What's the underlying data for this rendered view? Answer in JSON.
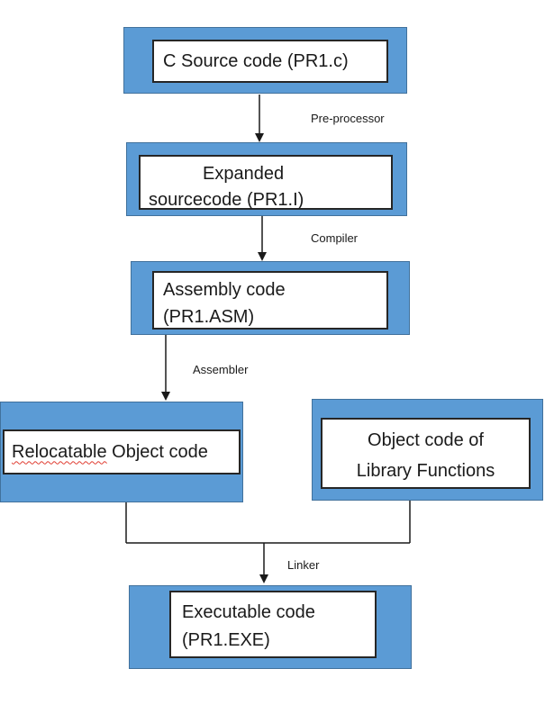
{
  "colors": {
    "box_fill": "#5b9bd5",
    "box_border": "#41719c",
    "inner_fill": "#ffffff",
    "inner_border": "#262626",
    "connector": "#1a1a1a",
    "spellcheck_squiggle": "#e03c31",
    "background": "#ffffff"
  },
  "nodes": {
    "c_source": {
      "line1": "C Source code (PR1.c)"
    },
    "expanded": {
      "line1": "Expanded",
      "line2": "sourcecode (PR1.I)"
    },
    "assembly": {
      "line1": "Assembly code",
      "line2": "(PR1.ASM)"
    },
    "relocatable": {
      "misspelled": "Relocatable",
      "rest": " Object code"
    },
    "library": {
      "line1": "Object code of",
      "line2": "Library Functions"
    },
    "executable": {
      "line1": "Executable code",
      "line2": "(PR1.EXE)"
    }
  },
  "edge_labels": {
    "preprocessor": "Pre-processor",
    "compiler": "Compiler",
    "assembler": "Assembler",
    "linker": "Linker"
  }
}
